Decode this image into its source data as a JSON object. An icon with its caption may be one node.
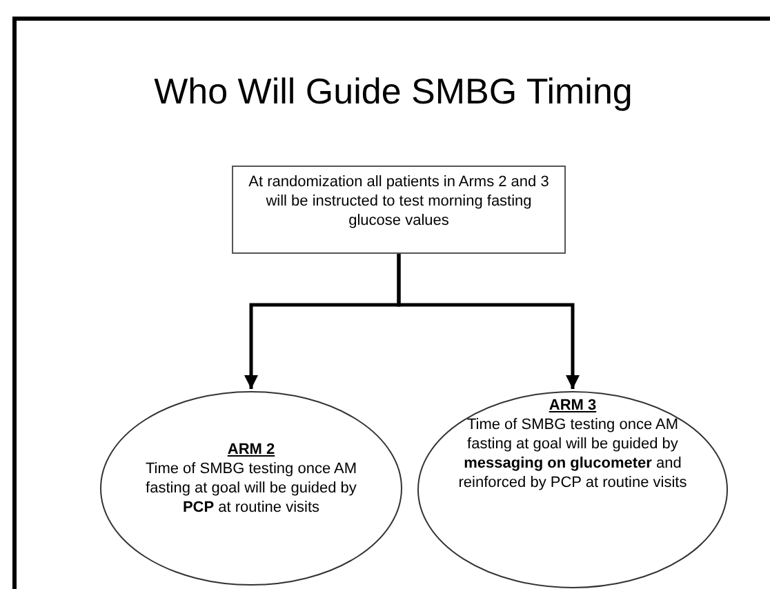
{
  "diagram": {
    "title": "Who Will Guide SMBG Timing",
    "nodes": [
      {
        "text": [
          "At randomization all patients in Arms 2 and 3 will be instructed to test morning fasting glucose  values"
        ]
      },
      {
        "text": [
          "ARM 2",
          "Time of SMBG testing once AM fasting at goal will be guided by **PCP** at routine visits"
        ]
      },
      {
        "text": [
          "ARM 3",
          "Time of SMBG testing once AM fasting at goal will be guided by **messaging on glucometer** and reinforced by PCP at routine visits"
        ]
      }
    ],
    "edges": [
      {
        "from": 0,
        "to": 1,
        "arrow": "to"
      },
      {
        "from": 0,
        "to": 2,
        "arrow": "to"
      }
    ]
  }
}
